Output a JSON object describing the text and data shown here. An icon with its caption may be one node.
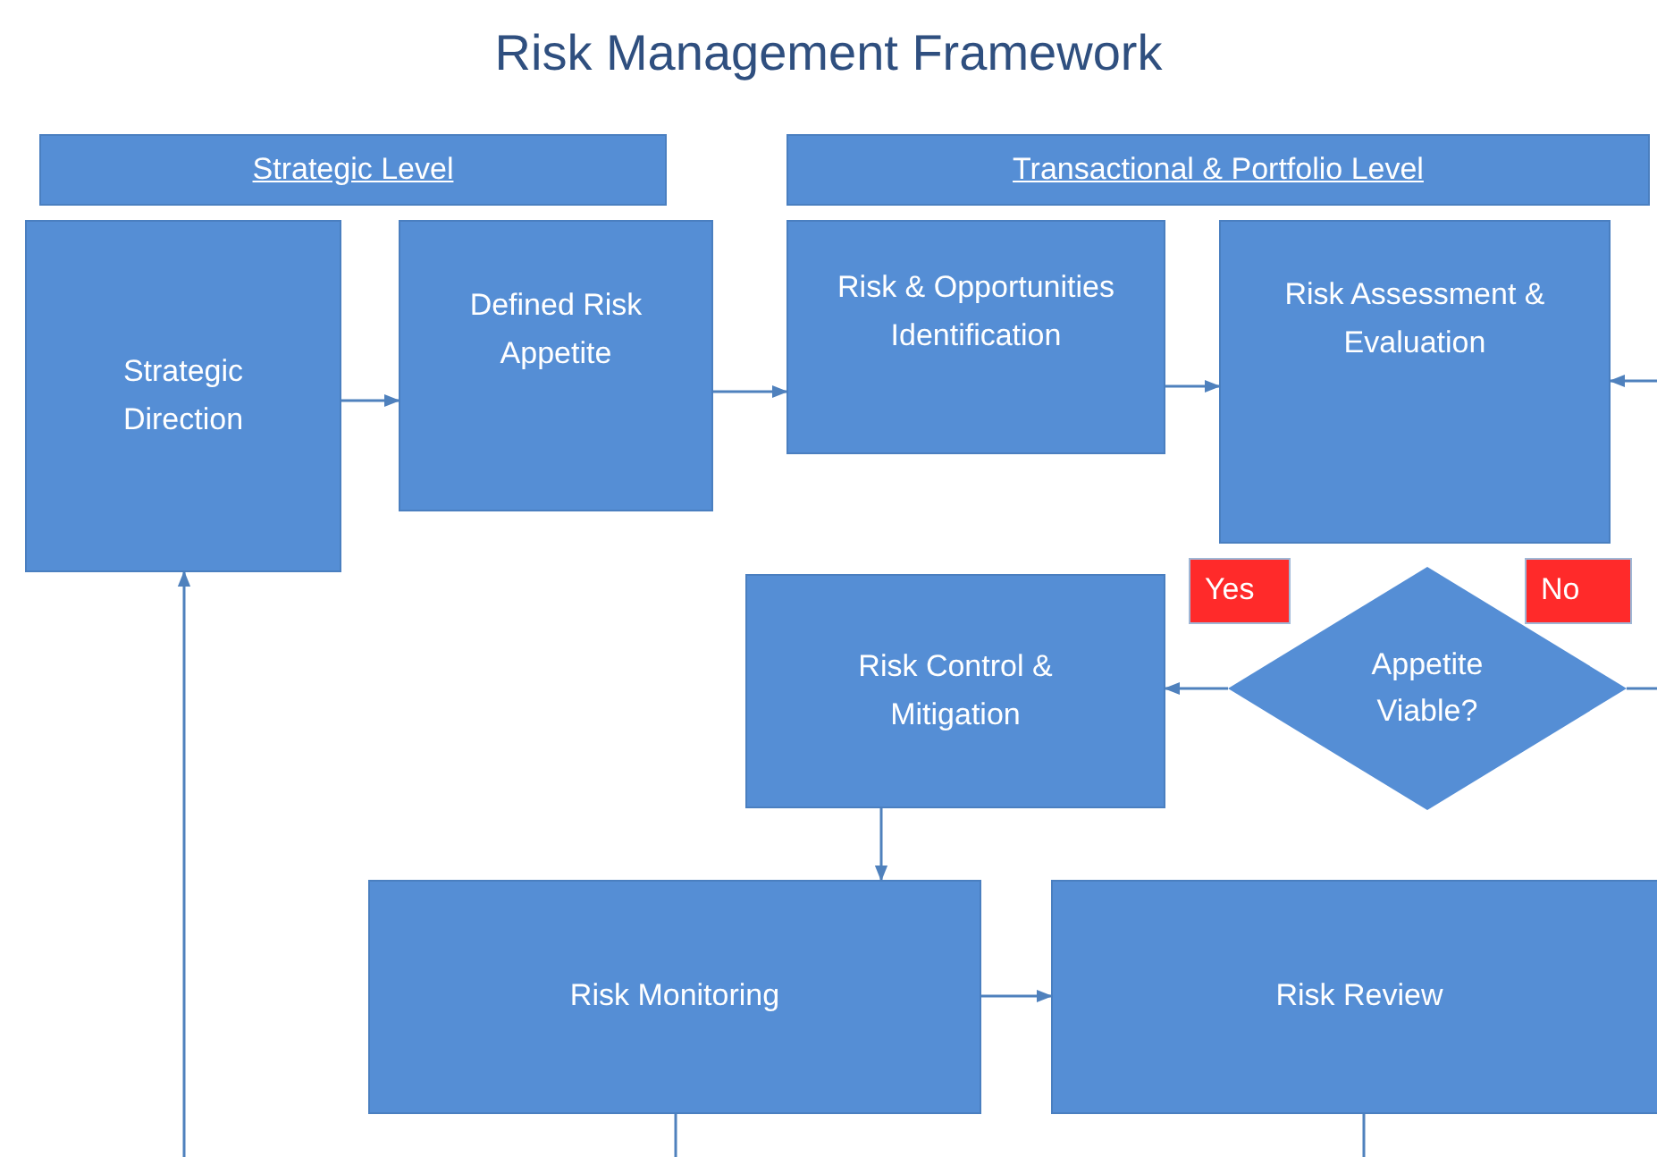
{
  "diagram": {
    "title": "Risk Management Framework",
    "nodes": [
      {
        "text": [
          "Strategic Level"
        ]
      },
      {
        "text": [
          "Transactional & Portfolio Level"
        ]
      },
      {
        "text": [
          "Strategic Direction"
        ]
      },
      {
        "text": [
          "Defined Risk Appetite"
        ]
      },
      {
        "text": [
          "Risk & Opportunities Identification"
        ]
      },
      {
        "text": [
          "Risk Assessment & Evaluation"
        ]
      },
      {
        "text": [
          "Yes"
        ]
      },
      {
        "text": [
          "No"
        ]
      },
      {
        "text": [
          "Risk Control & Mitigation"
        ]
      },
      {
        "text": [
          "Appetite Viable?"
        ]
      },
      {
        "text": [
          "Risk Monitoring"
        ]
      },
      {
        "text": [
          "Risk Review"
        ]
      }
    ],
    "edges": [
      {
        "from": 2,
        "to": 3,
        "arrow": "to"
      },
      {
        "from": 3,
        "to": 4,
        "arrow": "to"
      },
      {
        "from": 4,
        "to": 5,
        "arrow": "to"
      },
      {
        "from": null,
        "to": 5,
        "arrow": "to"
      },
      {
        "from": 9,
        "to": 8,
        "arrow": "to"
      },
      {
        "from": 9,
        "to": null,
        "arrow": "none"
      },
      {
        "from": 8,
        "to": 10,
        "arrow": "to"
      },
      {
        "from": 10,
        "to": 11,
        "arrow": "to"
      },
      {
        "from": 10,
        "to": null,
        "arrow": "none"
      },
      {
        "from": 11,
        "to": null,
        "arrow": "none"
      },
      {
        "from": null,
        "to": 2,
        "arrow": "to"
      }
    ]
  }
}
